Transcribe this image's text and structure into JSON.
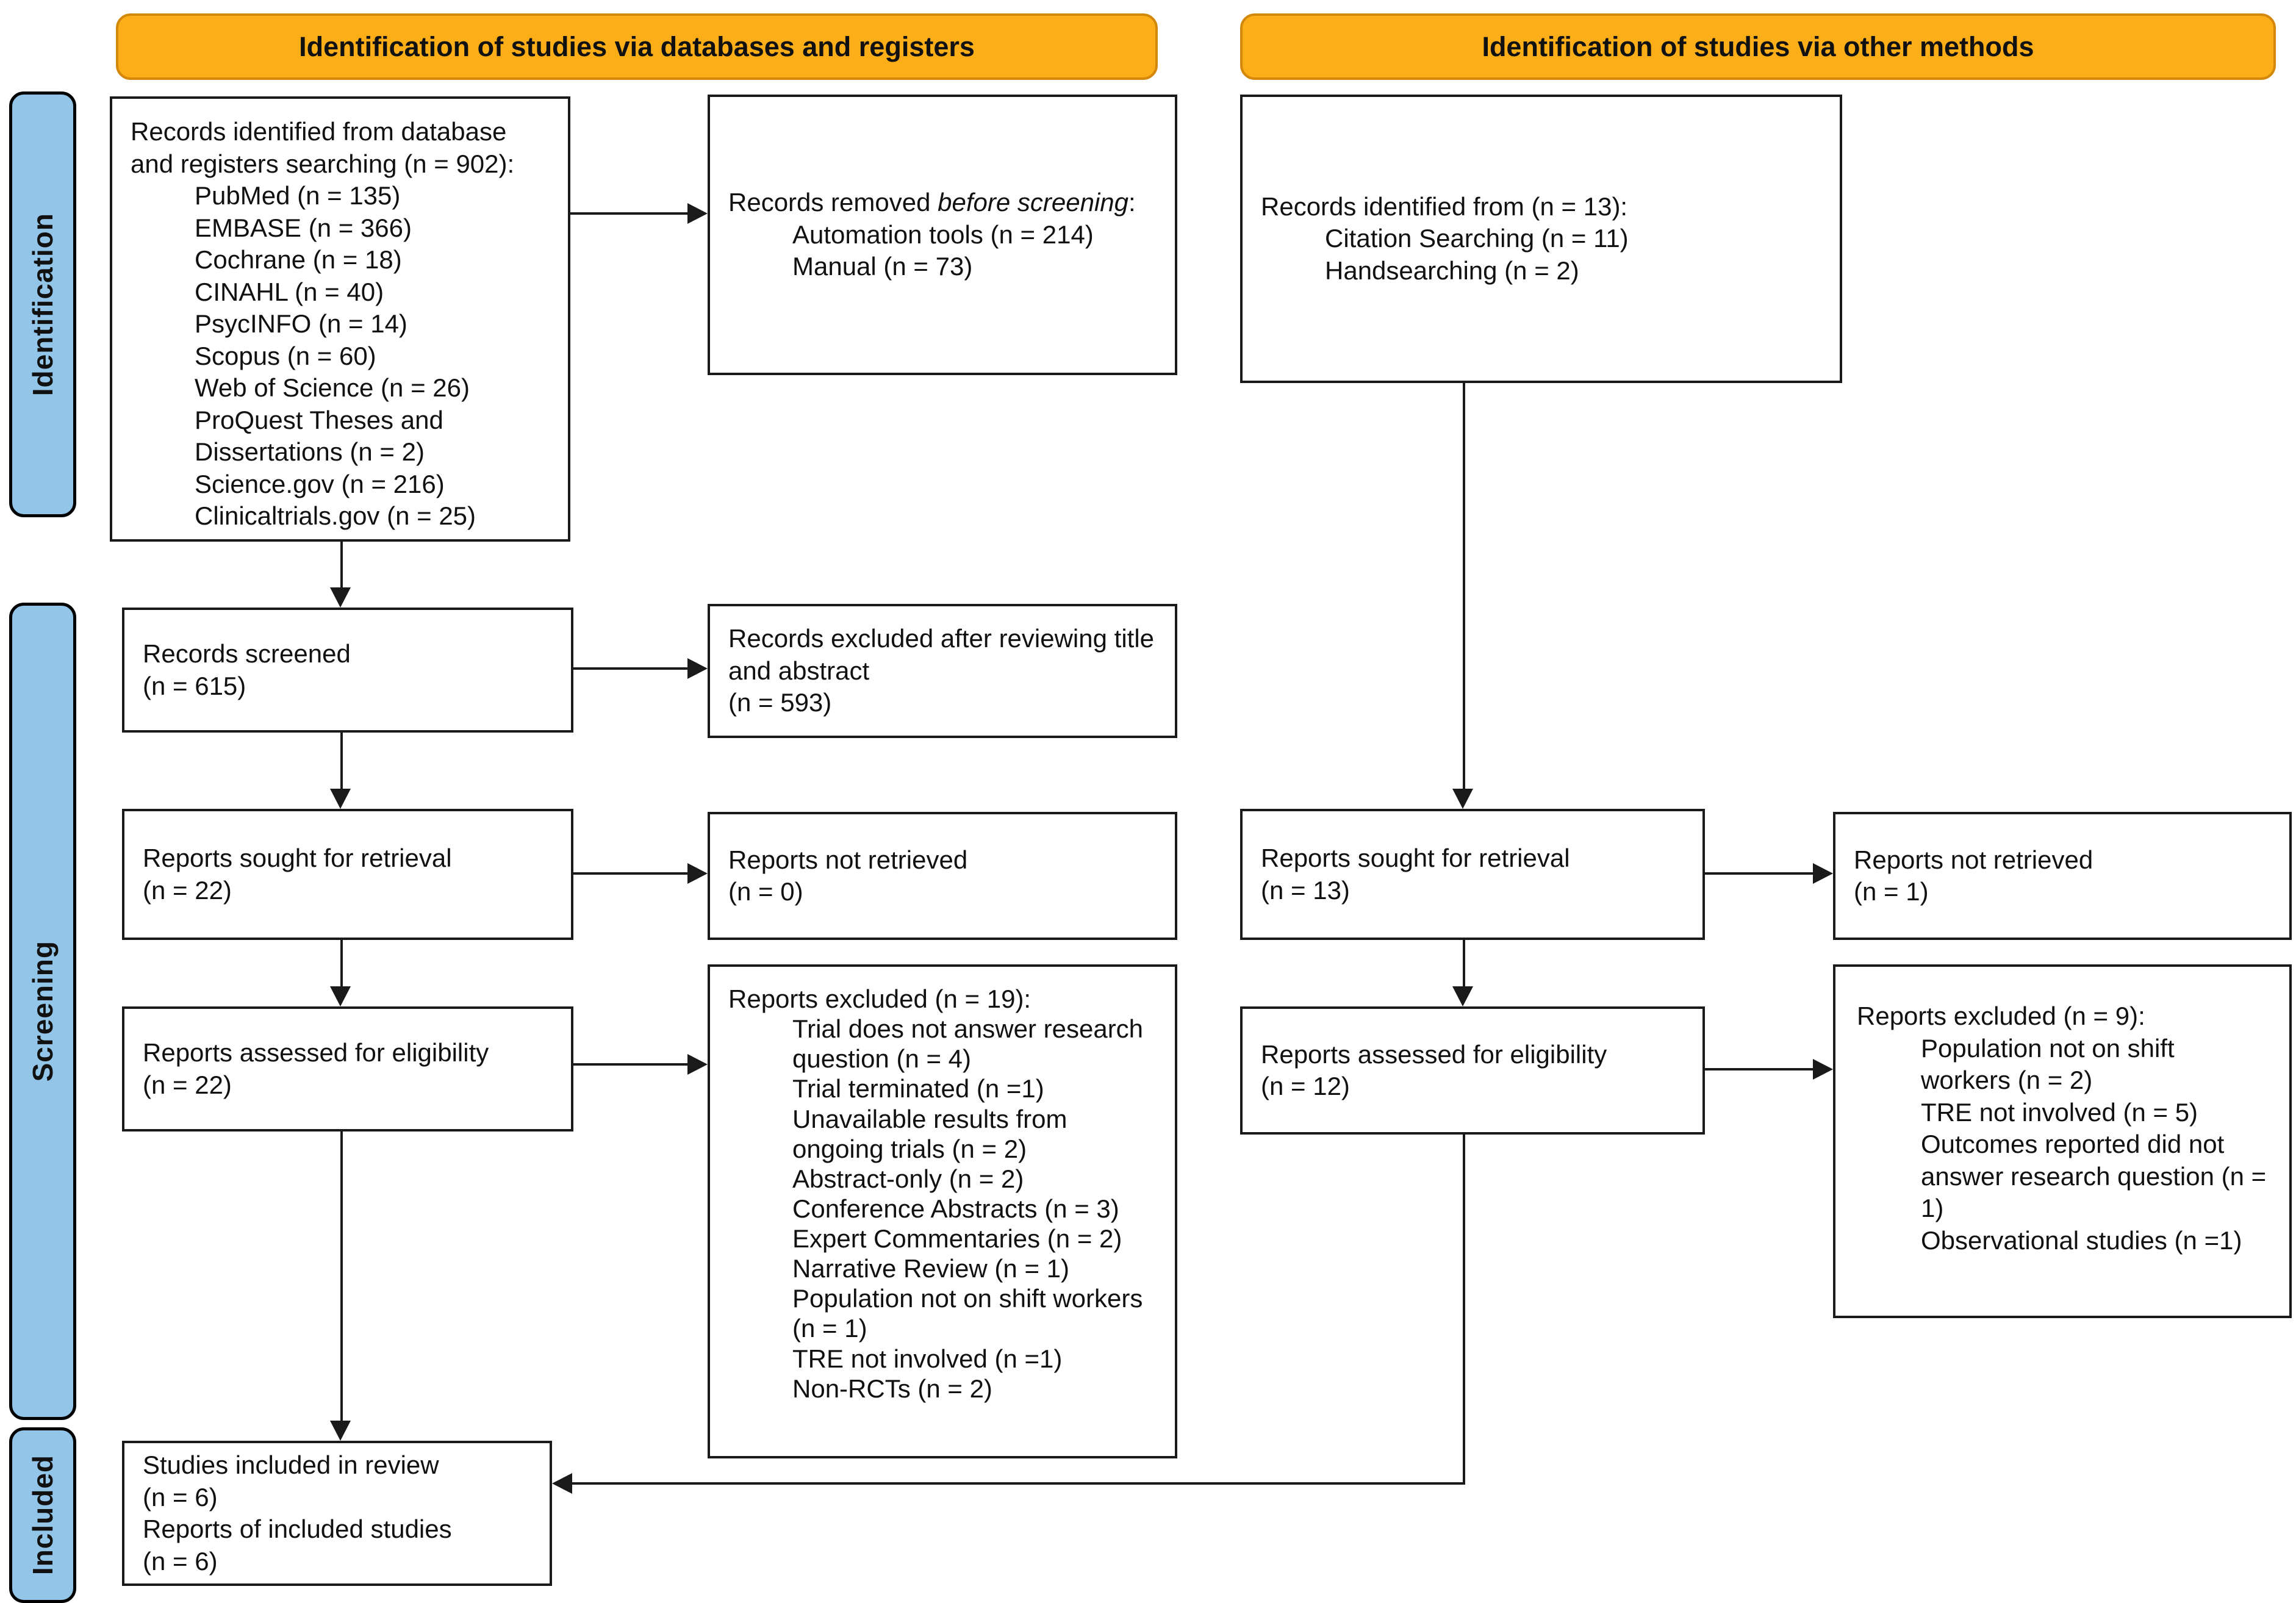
{
  "headers": {
    "left": "Identification of studies via databases and registers",
    "right": "Identification of studies via other methods"
  },
  "stages": {
    "identification": "Identification",
    "screening": "Screening",
    "included": "Included"
  },
  "colors": {
    "header_bg": "#FBAE17",
    "header_border": "#D4880B",
    "stage_bg": "#92C5E8",
    "box_border": "#1A1A1A",
    "arrow": "#1A1A1A"
  },
  "boxes": {
    "db_identified": {
      "intro": "Records identified from database and registers searching (n = 902):",
      "items": [
        "PubMed (n = 135)",
        "EMBASE (n = 366)",
        "Cochrane (n = 18)",
        "CINAHL (n = 40)",
        "PsycINFO (n = 14)",
        "Scopus (n = 60)",
        "Web of Science (n = 26)",
        "ProQuest Theses and Dissertations (n = 2)",
        "Science.gov (n = 216)",
        "Clinicaltrials.gov (n = 25)"
      ]
    },
    "records_removed": {
      "intro_plain": "Records removed ",
      "intro_italic": "before screening",
      "intro_suffix": ":",
      "items": [
        "Automation tools (n = 214)",
        "Manual (n = 73)"
      ]
    },
    "other_identified": {
      "intro": "Records identified from (n = 13):",
      "items": [
        "Citation Searching (n = 11)",
        "Handsearching (n = 2)"
      ]
    },
    "records_screened": {
      "lines": [
        "Records screened",
        "(n = 615)"
      ]
    },
    "records_excluded": {
      "lines": [
        "Records excluded after reviewing title and abstract",
        "(n = 593)"
      ]
    },
    "reports_sought_db": {
      "lines": [
        "Reports sought for retrieval",
        "(n = 22)"
      ]
    },
    "reports_not_retrieved_db": {
      "lines": [
        "Reports not retrieved",
        "(n = 0)"
      ]
    },
    "reports_sought_other": {
      "lines": [
        "Reports sought for retrieval",
        "(n = 13)"
      ]
    },
    "reports_not_retrieved_other": {
      "lines": [
        "Reports not retrieved",
        "(n = 1)"
      ]
    },
    "reports_assessed_db": {
      "lines": [
        "Reports assessed for eligibility",
        "(n = 22)"
      ]
    },
    "reports_excluded_db": {
      "intro": "Reports excluded (n = 19):",
      "items": [
        "Trial does not answer research question (n = 4)",
        "Trial terminated (n =1)",
        "Unavailable results from ongoing trials (n = 2)",
        "Abstract-only (n = 2)",
        "Conference Abstracts (n = 3)",
        "Expert Commentaries (n = 2)",
        "Narrative Review (n = 1)",
        "Population not on shift workers (n = 1)",
        "TRE not involved (n =1)",
        "Non-RCTs (n = 2)"
      ]
    },
    "reports_assessed_other": {
      "lines": [
        "Reports assessed for eligibility",
        "(n = 12)"
      ]
    },
    "reports_excluded_other": {
      "intro": "Reports excluded (n = 9):",
      "items": [
        "Population not on shift workers (n = 2)",
        "TRE not involved (n = 5)",
        "Outcomes reported did not answer research question (n = 1)",
        "Observational studies (n =1)"
      ]
    },
    "included": {
      "lines": [
        "Studies included in review",
        "(n = 6)",
        "Reports of included studies",
        "(n = 6)"
      ]
    }
  }
}
